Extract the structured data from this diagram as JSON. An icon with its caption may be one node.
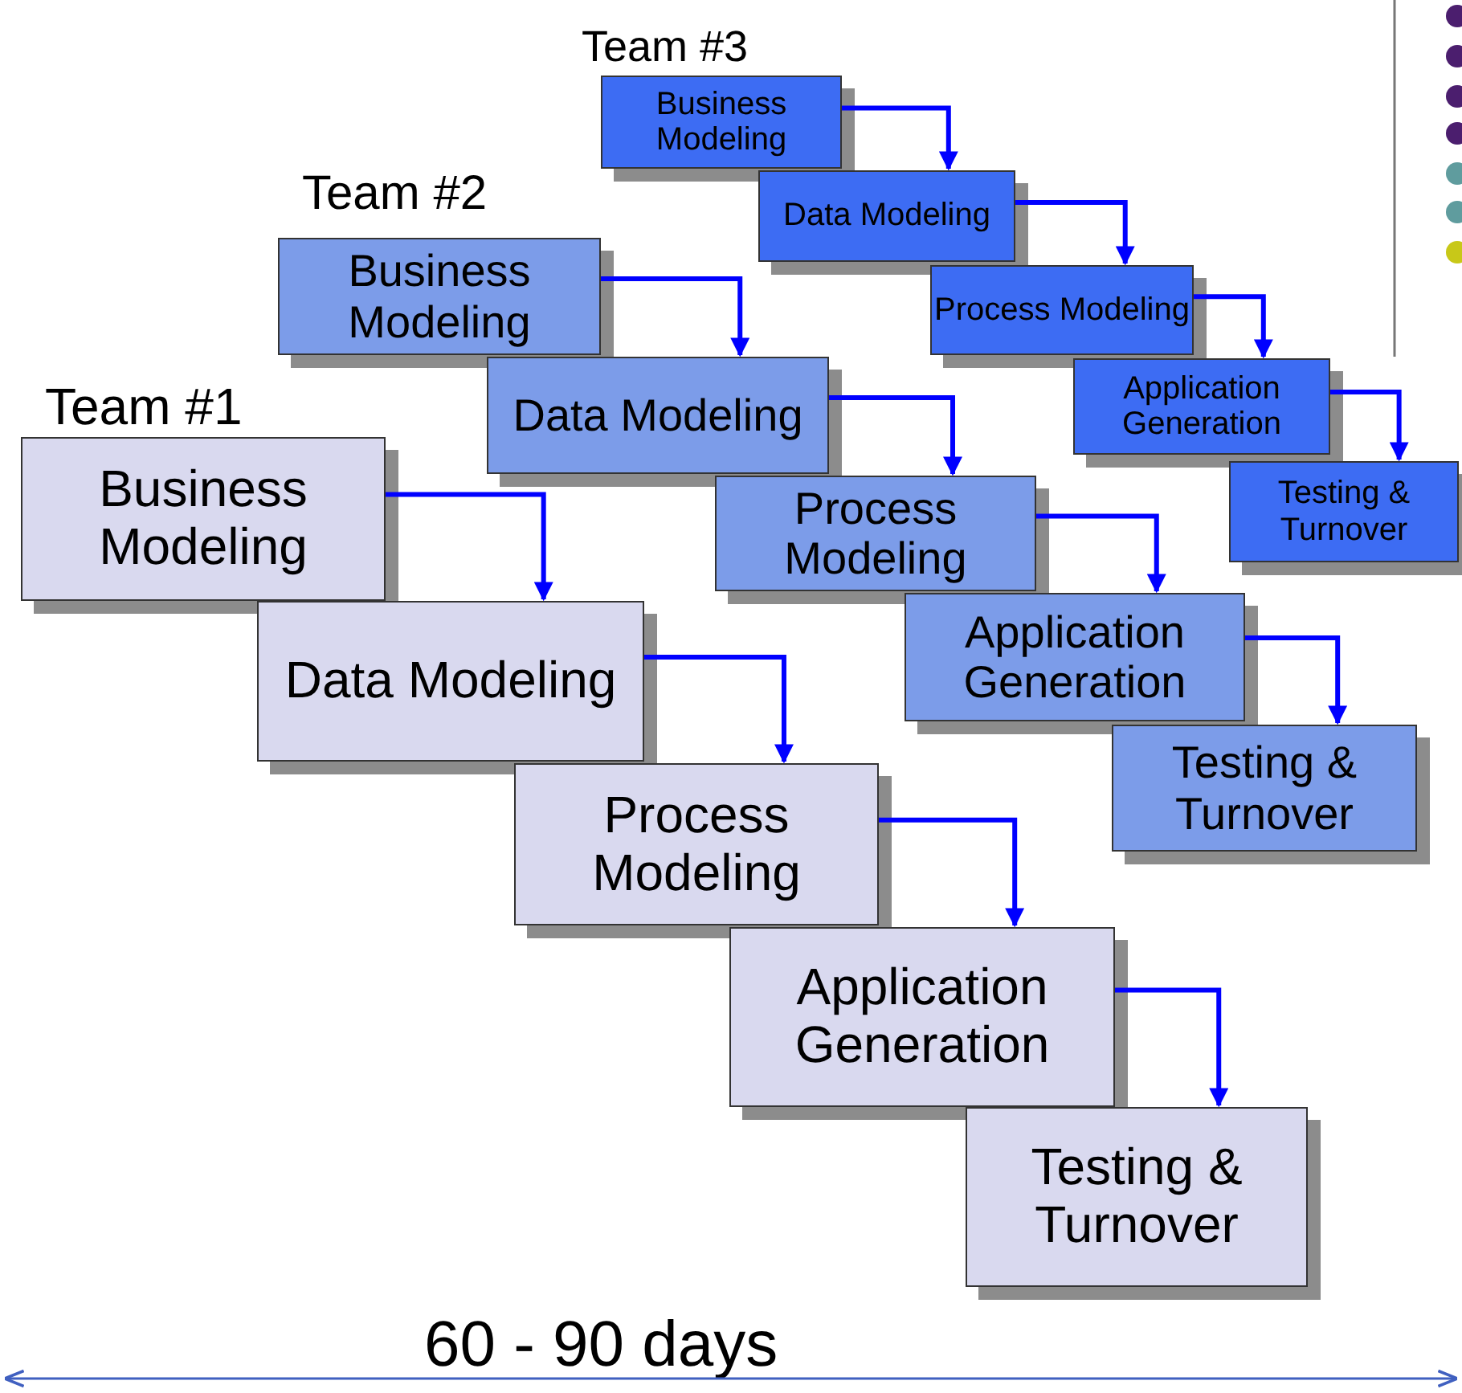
{
  "diagram": {
    "nodes": [
      {
        "text": [
          "Business Modeling"
        ]
      },
      {
        "text": [
          "Data Modeling"
        ]
      },
      {
        "text": [
          "Process Modeling"
        ]
      },
      {
        "text": [
          "Application Generation"
        ]
      },
      {
        "text": [
          "Testing & Turnover"
        ]
      },
      {
        "text": [
          "Business Modeling"
        ]
      },
      {
        "text": [
          "Data Modeling"
        ]
      },
      {
        "text": [
          "Process Modeling"
        ]
      },
      {
        "text": [
          "Application Generation"
        ]
      },
      {
        "text": [
          "Testing & Turnover"
        ]
      },
      {
        "text": [
          "Business Modeling"
        ]
      },
      {
        "text": [
          "Data Modeling"
        ]
      },
      {
        "text": [
          "Process Modeling"
        ]
      },
      {
        "text": [
          "Application Generation"
        ]
      },
      {
        "text": [
          "Testing & Turnover"
        ]
      }
    ],
    "edges": [
      {
        "from": 0,
        "to": 1,
        "arrow": "to"
      },
      {
        "from": 1,
        "to": 2,
        "arrow": "to"
      },
      {
        "from": 2,
        "to": 3,
        "arrow": "to"
      },
      {
        "from": 3,
        "to": 4,
        "arrow": "to"
      },
      {
        "from": 5,
        "to": 6,
        "arrow": "to"
      },
      {
        "from": 6,
        "to": 7,
        "arrow": "to"
      },
      {
        "from": 7,
        "to": 8,
        "arrow": "to"
      },
      {
        "from": 8,
        "to": 9,
        "arrow": "to"
      },
      {
        "from": 10,
        "to": 11,
        "arrow": "to"
      },
      {
        "from": 11,
        "to": 12,
        "arrow": "to"
      },
      {
        "from": 12,
        "to": 13,
        "arrow": "to"
      },
      {
        "from": 13,
        "to": 14,
        "arrow": "to"
      }
    ],
    "labels": [
      "Team #3",
      "Team #2",
      "Team #1",
      "60 - 90 days"
    ]
  }
}
